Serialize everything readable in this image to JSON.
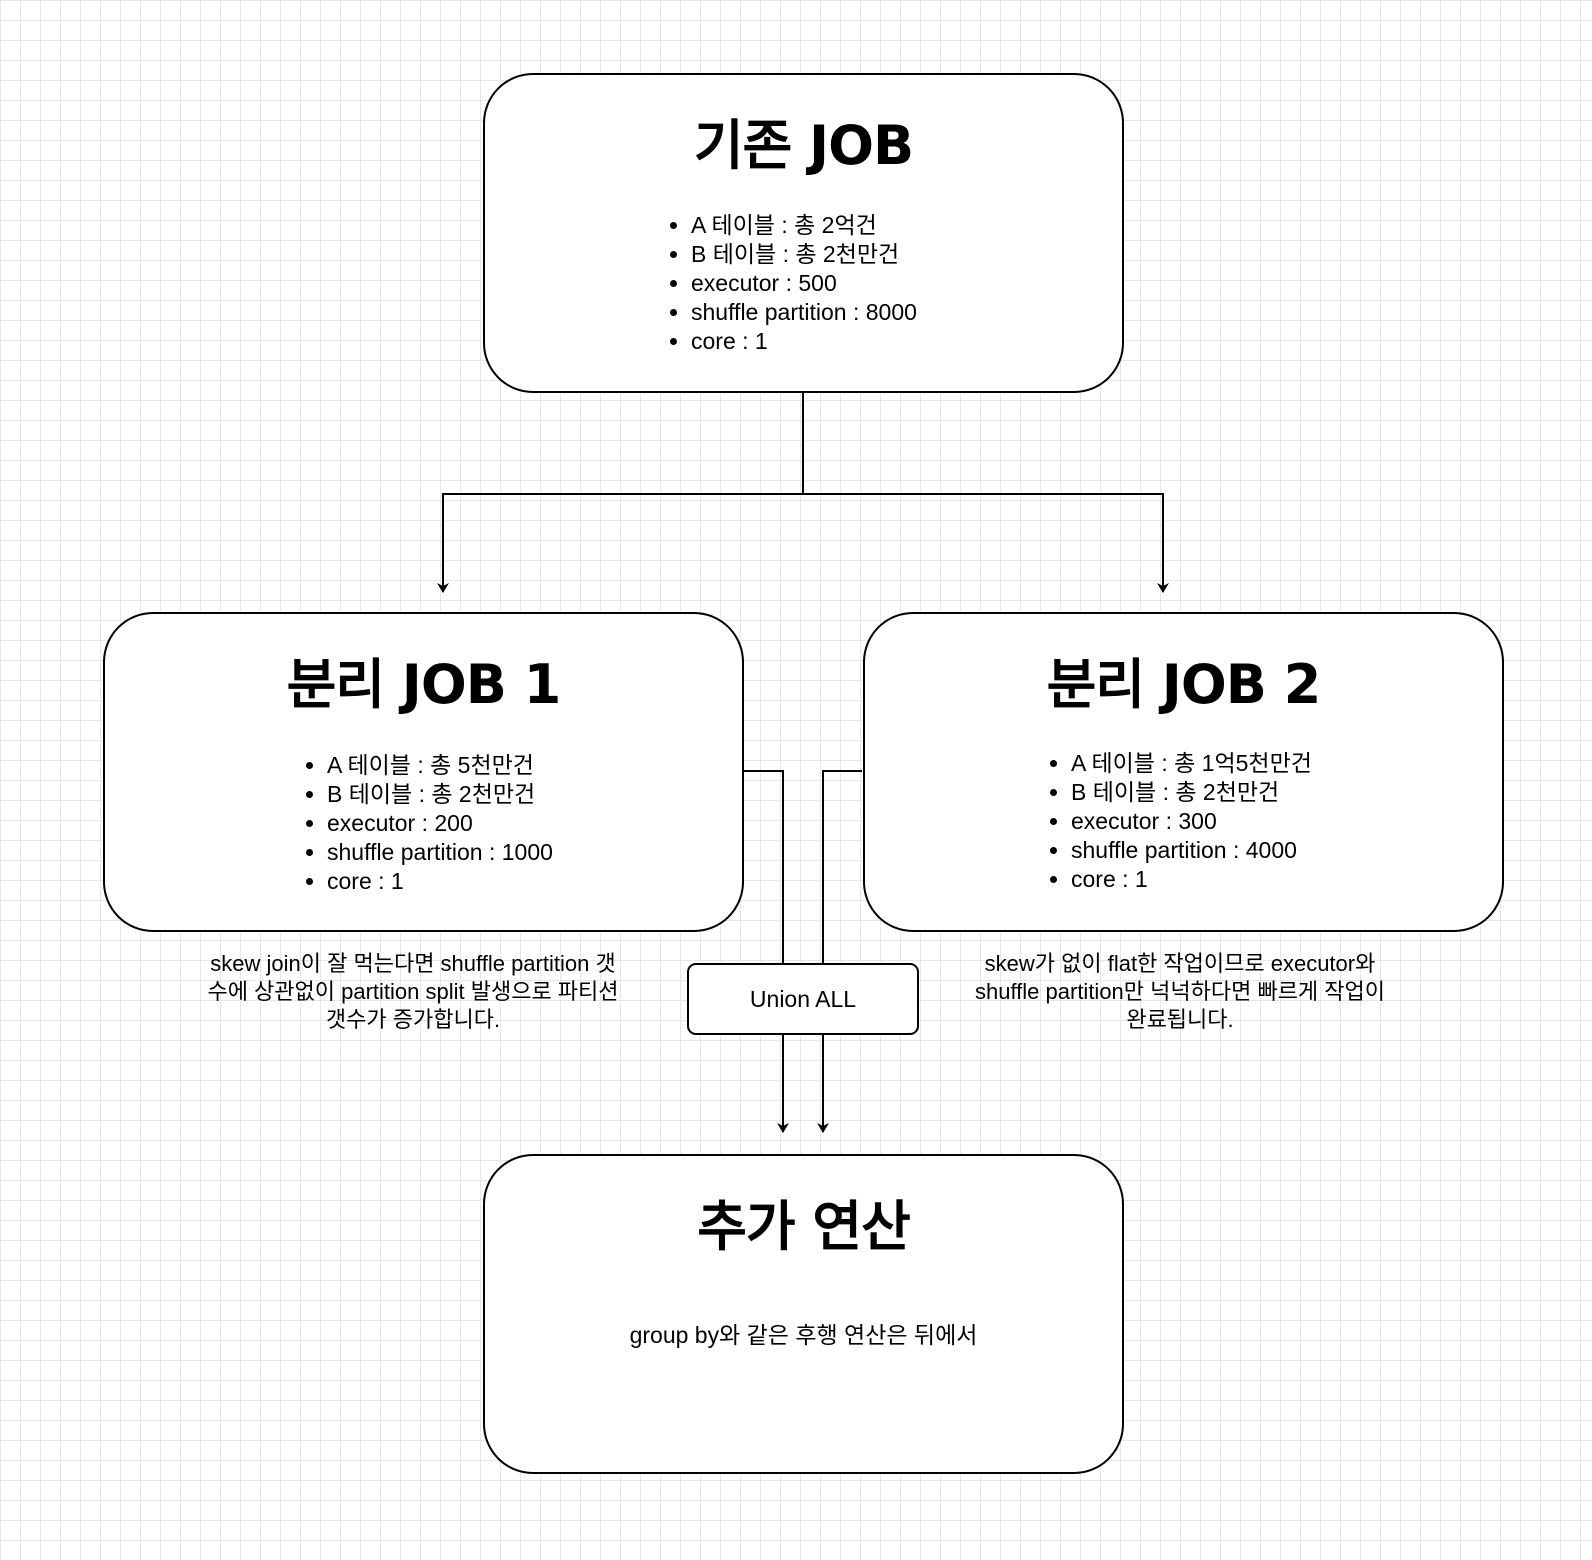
{
  "original_job": {
    "title": "기존 JOB",
    "items": [
      "A 테이블 : 총 2억건",
      "B 테이블 : 총 2천만건",
      "executor : 500",
      "shuffle partition : 8000",
      "core : 1"
    ]
  },
  "split_job_1": {
    "title": "분리 JOB 1",
    "items": [
      "A 테이블 : 총 5천만건",
      "B 테이블 : 총 2천만건",
      "executor : 200",
      "shuffle partition : 1000",
      "core : 1"
    ],
    "note": "skew join이 잘 먹는다면 shuffle partition 갯수에 상관없이 partition split 발생으로 파티션 갯수가 증가합니다."
  },
  "split_job_2": {
    "title": "분리 JOB 2",
    "items": [
      "A 테이블 : 총 1억5천만건",
      "B 테이블 : 총 2천만건",
      "executor : 300",
      "shuffle partition : 4000",
      "core : 1"
    ],
    "note": "skew가 없이 flat한 작업이므로 executor와 shuffle partition만 넉넉하다면 빠르게 작업이 완료됩니다."
  },
  "union": {
    "label": "Union ALL"
  },
  "post_op": {
    "title": "추가 연산",
    "description": "group by와 같은 후행 연산은 뒤에서"
  }
}
